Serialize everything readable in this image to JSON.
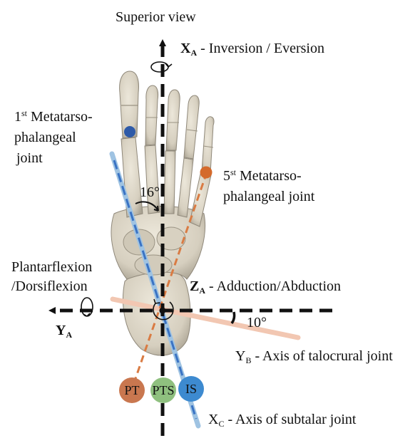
{
  "title": "Superior view",
  "axes": {
    "x_a": {
      "letter": "X",
      "subscript": "A",
      "description": "- Inversion / Eversion"
    },
    "y_a": {
      "letter": "Y",
      "subscript": "A",
      "description_line1": "Plantarflexion",
      "description_line2": "/Dorsiflexion"
    },
    "z_a": {
      "letter": "Z",
      "subscript": "A",
      "description": "- Adduction/Abduction"
    },
    "y_b": {
      "letter": "Y",
      "subscript": "B",
      "description": "- Axis of talocrural joint"
    },
    "x_c": {
      "letter": "X",
      "subscript": "C",
      "description": "- Axis of subtalar joint"
    }
  },
  "joints": {
    "first_mtp": {
      "number": "1",
      "ordinal": "st",
      "line1": "Metatarso-",
      "line2": "phalangeal",
      "line3": "joint",
      "color": "#2e5aa8"
    },
    "fifth_mtp": {
      "number": "5",
      "ordinal": "st",
      "line1": "Metatarso-",
      "line2": "phalangeal joint",
      "color": "#d46a2c"
    }
  },
  "angles": {
    "subtalar": "16°",
    "talocrural": "10°"
  },
  "markers": [
    {
      "label": "PT",
      "color": "#c9774f"
    },
    {
      "label": "PTS",
      "color": "#8fc07f"
    },
    {
      "label": "IS",
      "color": "#3d8ad0"
    }
  ],
  "colors": {
    "axis_dashed": "#111111",
    "subtalar_axis": "#9fc3e2",
    "subtalar_dash": "#3a73c4",
    "talocrural_axis": "#f2c7b2",
    "fifth_axis_dash": "#d97b43",
    "bone_fill": "#dcd6c8",
    "bone_shade": "#a9a292"
  }
}
